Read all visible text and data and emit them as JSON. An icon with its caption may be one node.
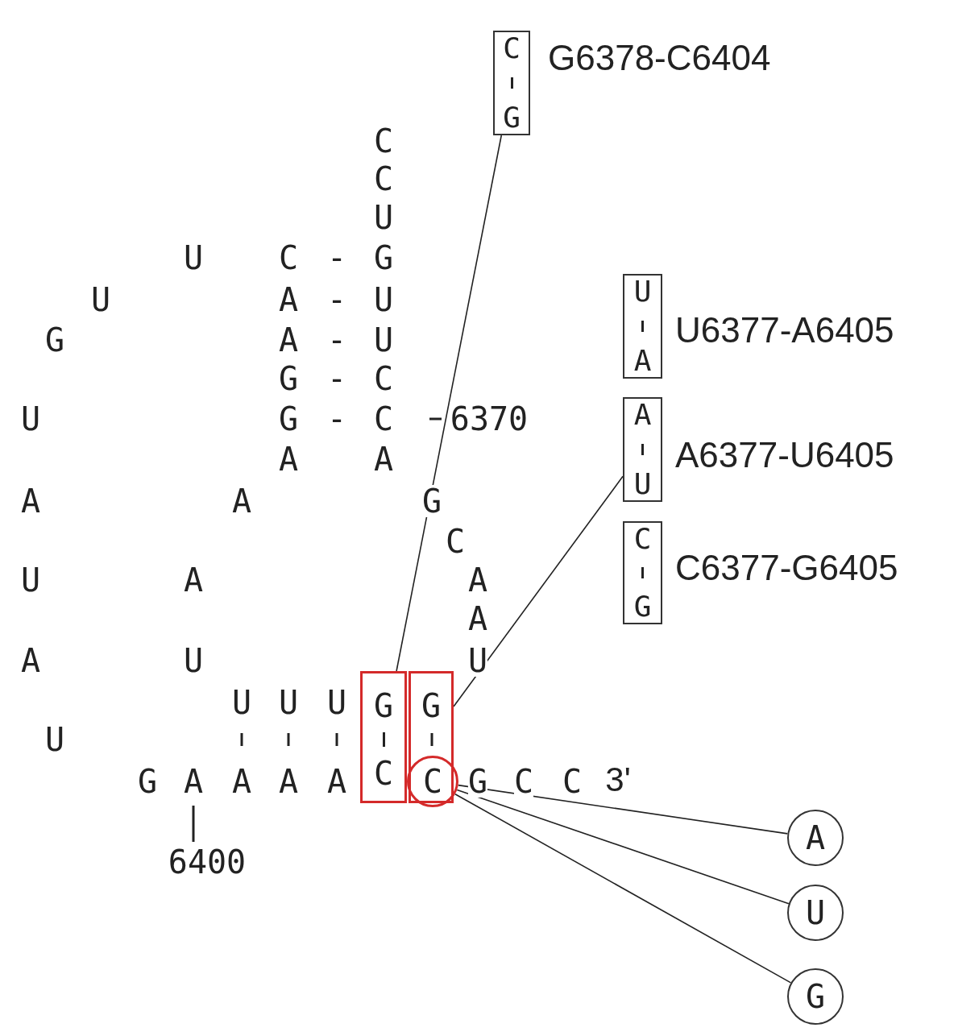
{
  "diagram": {
    "nodes": [
      {
        "text": [
          "C",
          "G"
        ],
        "beside": [
          "G6378-C6404"
        ]
      },
      {
        "text": [
          "U",
          "A"
        ],
        "beside": [
          "U6377-A6405"
        ]
      },
      {
        "text": [
          "A",
          "U"
        ],
        "beside": [
          "A6377-U6405"
        ]
      },
      {
        "text": [
          "C",
          "G"
        ],
        "beside": [
          "C6377-G6405"
        ]
      },
      {
        "text": [
          "G",
          "C"
        ]
      },
      {
        "text": [
          "G"
        ]
      },
      {
        "text": [
          "C"
        ]
      },
      {
        "text": [
          "A"
        ]
      },
      {
        "text": [
          "U"
        ]
      },
      {
        "text": [
          "G"
        ]
      }
    ],
    "edges": [
      {
        "from": 4,
        "to": 0,
        "arrow": "none"
      },
      {
        "from": 5,
        "to": 2,
        "arrow": "none"
      },
      {
        "from": 6,
        "to": 7,
        "arrow": "none"
      },
      {
        "from": 6,
        "to": 8,
        "arrow": "none"
      },
      {
        "from": 6,
        "to": 9,
        "arrow": "none"
      }
    ],
    "labels": [
      "C",
      "C",
      "U",
      "U",
      "C",
      "-",
      "G",
      "U",
      "A",
      "-",
      "U",
      "G",
      "A",
      "-",
      "U",
      "G",
      "-",
      "C",
      "U",
      "G",
      "-",
      "C",
      "6370",
      "A",
      "A",
      "A",
      "A",
      "G",
      "C",
      "U",
      "A",
      "A",
      "A",
      "A",
      "U",
      "U",
      "U",
      "U",
      "U",
      "U",
      "G",
      "A",
      "A",
      "A",
      "A",
      "G",
      "C",
      "C",
      "3'",
      "6400"
    ]
  }
}
